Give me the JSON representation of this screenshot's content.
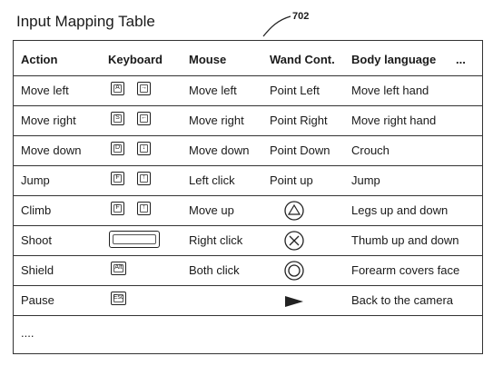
{
  "title": "Input Mapping Table",
  "reference_label": "702",
  "headers": {
    "action": "Action",
    "keyboard": "Keyboard",
    "mouse": "Mouse",
    "wand": "Wand Cont.",
    "body": "Body language",
    "more": "..."
  },
  "rows": [
    {
      "action": "Move left",
      "keys": [
        "A",
        "→"
      ],
      "mouse": "Move left",
      "wand": "Point Left",
      "body": "Move left hand"
    },
    {
      "action": "Move right",
      "keys": [
        "S",
        "←"
      ],
      "mouse": "Move right",
      "wand": "Point Right",
      "body": "Move right hand"
    },
    {
      "action": "Move down",
      "keys": [
        "D",
        "↓"
      ],
      "mouse": "Move down",
      "wand": "Point Down",
      "body": "Crouch"
    },
    {
      "action": "Jump",
      "keys": [
        "F",
        "↑"
      ],
      "mouse": "Left click",
      "wand": "Point up",
      "body": "Jump"
    },
    {
      "action": "Climb",
      "keys": [
        "F",
        "↑"
      ],
      "mouse": "Move up",
      "wand_icon": "triangle-in-circle-icon",
      "body": "Legs up and down"
    },
    {
      "action": "Shoot",
      "keys": [],
      "spacebar": true,
      "mouse": "Right click",
      "wand_icon": "x-in-circle-icon",
      "body": "Thumb up and down"
    },
    {
      "action": "Shield",
      "keys": [
        "Alt"
      ],
      "mouse": "Both click",
      "wand_icon": "circle-in-circle-icon",
      "body": "Forearm covers face"
    },
    {
      "action": "Pause",
      "keys": [
        "Esc"
      ],
      "mouse": "",
      "wand_icon": "play-triangle-icon",
      "body": "Back to the camera"
    }
  ],
  "trailing_row": "...."
}
